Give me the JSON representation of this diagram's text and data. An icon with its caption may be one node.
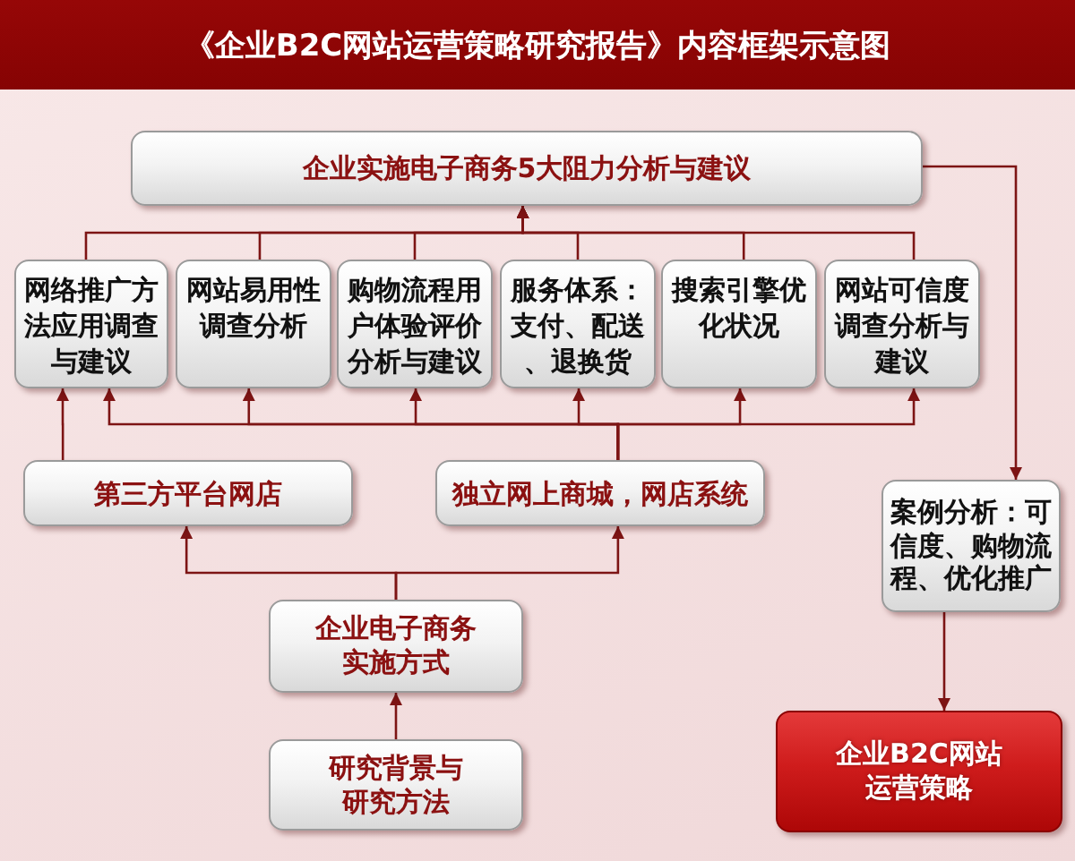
{
  "diagram": {
    "title": "《企业B2C网站运营策略研究报告》内容框架示意图",
    "nodes": [
      {
        "text": [
          "企业实施电子商务5大阻力分析与建议"
        ]
      },
      {
        "text": [
          "网络推广方法应用调查与建议"
        ]
      },
      {
        "text": [
          "网站易用性调查分析"
        ]
      },
      {
        "text": [
          "购物流程用户体验评价分析与建议"
        ]
      },
      {
        "text": [
          "服务体系：支付、配送、退换货"
        ]
      },
      {
        "text": [
          "搜索引擎优化状况"
        ]
      },
      {
        "text": [
          "网站可信度调查分析与建议"
        ]
      },
      {
        "text": [
          "第三方平台网店"
        ]
      },
      {
        "text": [
          "独立网上商城，网店系统"
        ]
      },
      {
        "text": [
          "案例分析：可信度、购物流程、优化推广"
        ]
      },
      {
        "text": [
          "企业电子商务实施方式"
        ]
      },
      {
        "text": [
          "研究背景与研究方法"
        ]
      },
      {
        "text": [
          "企业B2C网站运营策略"
        ]
      }
    ],
    "edges": [
      {
        "from": 1,
        "to": 0,
        "arrow": "to"
      },
      {
        "from": 2,
        "to": 0,
        "arrow": "to"
      },
      {
        "from": 3,
        "to": 0,
        "arrow": "to"
      },
      {
        "from": 4,
        "to": 0,
        "arrow": "to"
      },
      {
        "from": 5,
        "to": 0,
        "arrow": "to"
      },
      {
        "from": 6,
        "to": 0,
        "arrow": "to"
      },
      {
        "from": 0,
        "to": 9,
        "arrow": "to"
      },
      {
        "from": 9,
        "to": 12,
        "arrow": "to"
      },
      {
        "from": 7,
        "to": 1,
        "arrow": "to"
      },
      {
        "from": 8,
        "to": 1,
        "arrow": "to"
      },
      {
        "from": 8,
        "to": 2,
        "arrow": "to"
      },
      {
        "from": 8,
        "to": 3,
        "arrow": "to"
      },
      {
        "from": 8,
        "to": 4,
        "arrow": "to"
      },
      {
        "from": 8,
        "to": 5,
        "arrow": "to"
      },
      {
        "from": 8,
        "to": 6,
        "arrow": "to"
      },
      {
        "from": 10,
        "to": 7,
        "arrow": "to"
      },
      {
        "from": 10,
        "to": 8,
        "arrow": "to"
      },
      {
        "from": 11,
        "to": 10,
        "arrow": "to"
      }
    ]
  }
}
